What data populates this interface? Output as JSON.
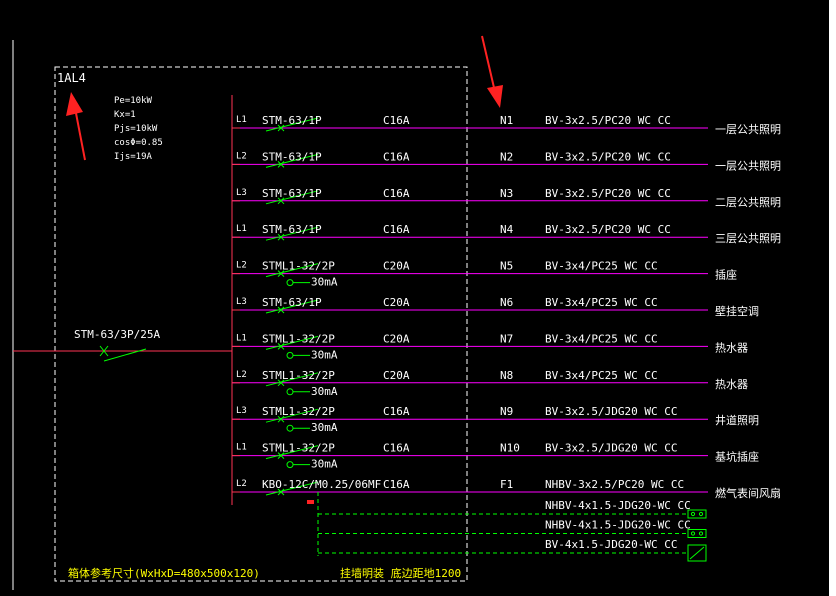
{
  "panel": {
    "id": "1AL4",
    "params": [
      "Pe=10kW",
      "Kx=1",
      "Pjs=10kW",
      "cosΦ=0.85",
      "Ijs=19A"
    ],
    "size_note": "箱体参考尺寸(WxHxD=480x500x120)",
    "mount_note": "挂墙明装 底边距地1200"
  },
  "main_breaker": {
    "model": "STM-63/3P/25A"
  },
  "circuits": [
    {
      "phase": "L1",
      "breaker": "STM-63/1P",
      "rating": "C16A",
      "circuit": "N1",
      "cable": "BV-3x2.5/PC20 WC CC",
      "load": "一层公共照明"
    },
    {
      "phase": "L2",
      "breaker": "STM-63/1P",
      "rating": "C16A",
      "circuit": "N2",
      "cable": "BV-3x2.5/PC20 WC CC",
      "load": "一层公共照明"
    },
    {
      "phase": "L3",
      "breaker": "STM-63/1P",
      "rating": "C16A",
      "circuit": "N3",
      "cable": "BV-3x2.5/PC20 WC CC",
      "load": "二层公共照明"
    },
    {
      "phase": "L1",
      "breaker": "STM-63/1P",
      "rating": "C16A",
      "circuit": "N4",
      "cable": "BV-3x2.5/PC20 WC CC",
      "load": "三层公共照明"
    },
    {
      "phase": "L2",
      "breaker": "STML1-32/2P",
      "rcd": "30mA",
      "rating": "C20A",
      "circuit": "N5",
      "cable": "BV-3x4/PC25 WC CC",
      "load": "插座"
    },
    {
      "phase": "L3",
      "breaker": "STM-63/1P",
      "rating": "C20A",
      "circuit": "N6",
      "cable": "BV-3x4/PC25 WC CC",
      "load": "壁挂空调"
    },
    {
      "phase": "L1",
      "breaker": "STML1-32/2P",
      "rcd": "30mA",
      "rating": "C20A",
      "circuit": "N7",
      "cable": "BV-3x4/PC25 WC CC",
      "load": "热水器"
    },
    {
      "phase": "L2",
      "breaker": "STML1-32/2P",
      "rcd": "30mA",
      "rating": "C20A",
      "circuit": "N8",
      "cable": "BV-3x4/PC25 WC CC",
      "load": "热水器"
    },
    {
      "phase": "L3",
      "breaker": "STML1-32/2P",
      "rcd": "30mA",
      "rating": "C16A",
      "circuit": "N9",
      "cable": "BV-3x2.5/JDG20 WC CC",
      "load": "井道照明"
    },
    {
      "phase": "L1",
      "breaker": "STML1-32/2P",
      "rcd": "30mA",
      "rating": "C16A",
      "circuit": "N10",
      "cable": "BV-3x2.5/JDG20 WC CC",
      "load": "基坑插座"
    },
    {
      "phase": "L2",
      "breaker": "KBO-12C/M0.25/06MF",
      "rating": "C16A",
      "circuit": "F1",
      "cable": "NHBV-3x2.5/PC20 WC CC",
      "load": "燃气表间风扇"
    }
  ],
  "control_lines": [
    {
      "cable": "NHBV-4x1.5-JDG20-WC CC"
    },
    {
      "cable": "NHBV-4x1.5-JDG20-WC CC"
    },
    {
      "cable": "BV-4x1.5-JDG20-WC CC"
    }
  ],
  "colors": {
    "busbar": "#ff3355",
    "feeder": "#ff00ff",
    "breaker": "#00ff00",
    "frame": "#ffffff",
    "annotation": "#ff2222",
    "note": "#ffff00"
  }
}
